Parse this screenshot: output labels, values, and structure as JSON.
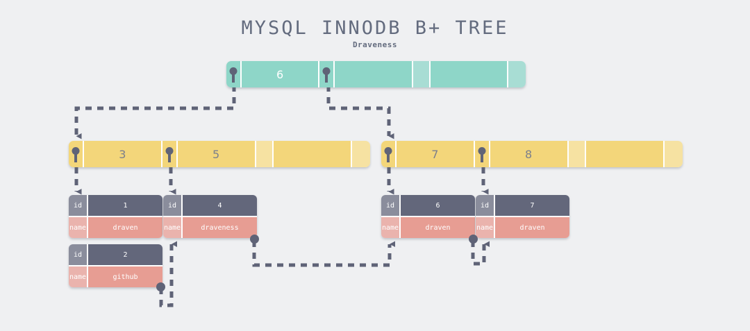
{
  "header": {
    "title": "MYSQL INNODB B+ TREE",
    "subtitle": "Draveness"
  },
  "colors": {
    "background": "#eff0f2",
    "root_node": "#8ed6c8",
    "root_node_light": "#a8ddd4",
    "branch_node": "#f3d67a",
    "branch_node_light": "#f6e2a2",
    "leaf_id_label": "#8a8d9c",
    "leaf_id_value": "#63677b",
    "leaf_name_label": "#eab3ad",
    "leaf_name_value": "#e79d93",
    "pointer": "#5f6377",
    "title_text": "#636b7e"
  },
  "tree": {
    "root": {
      "keys": [
        "6",
        "",
        ""
      ],
      "pointers": [
        "pointer-0",
        "pointer-1"
      ]
    },
    "branch_left": {
      "keys": [
        "3",
        "5",
        ""
      ],
      "pointers": [
        "pointer-0",
        "pointer-1"
      ]
    },
    "branch_right": {
      "keys": [
        "7",
        "8",
        ""
      ],
      "pointers": [
        "pointer-0",
        "pointer-1"
      ]
    },
    "leaves": [
      {
        "id_label": "id",
        "id_value": "1",
        "name_label": "name",
        "name_value": "draven"
      },
      {
        "id_label": "id",
        "id_value": "2",
        "name_label": "name",
        "name_value": "github"
      },
      {
        "id_label": "id",
        "id_value": "4",
        "name_label": "name",
        "name_value": "draveness"
      },
      {
        "id_label": "id",
        "id_value": "6",
        "name_label": "name",
        "name_value": "draven"
      },
      {
        "id_label": "id",
        "id_value": "7",
        "name_label": "name",
        "name_value": "draven"
      }
    ]
  }
}
